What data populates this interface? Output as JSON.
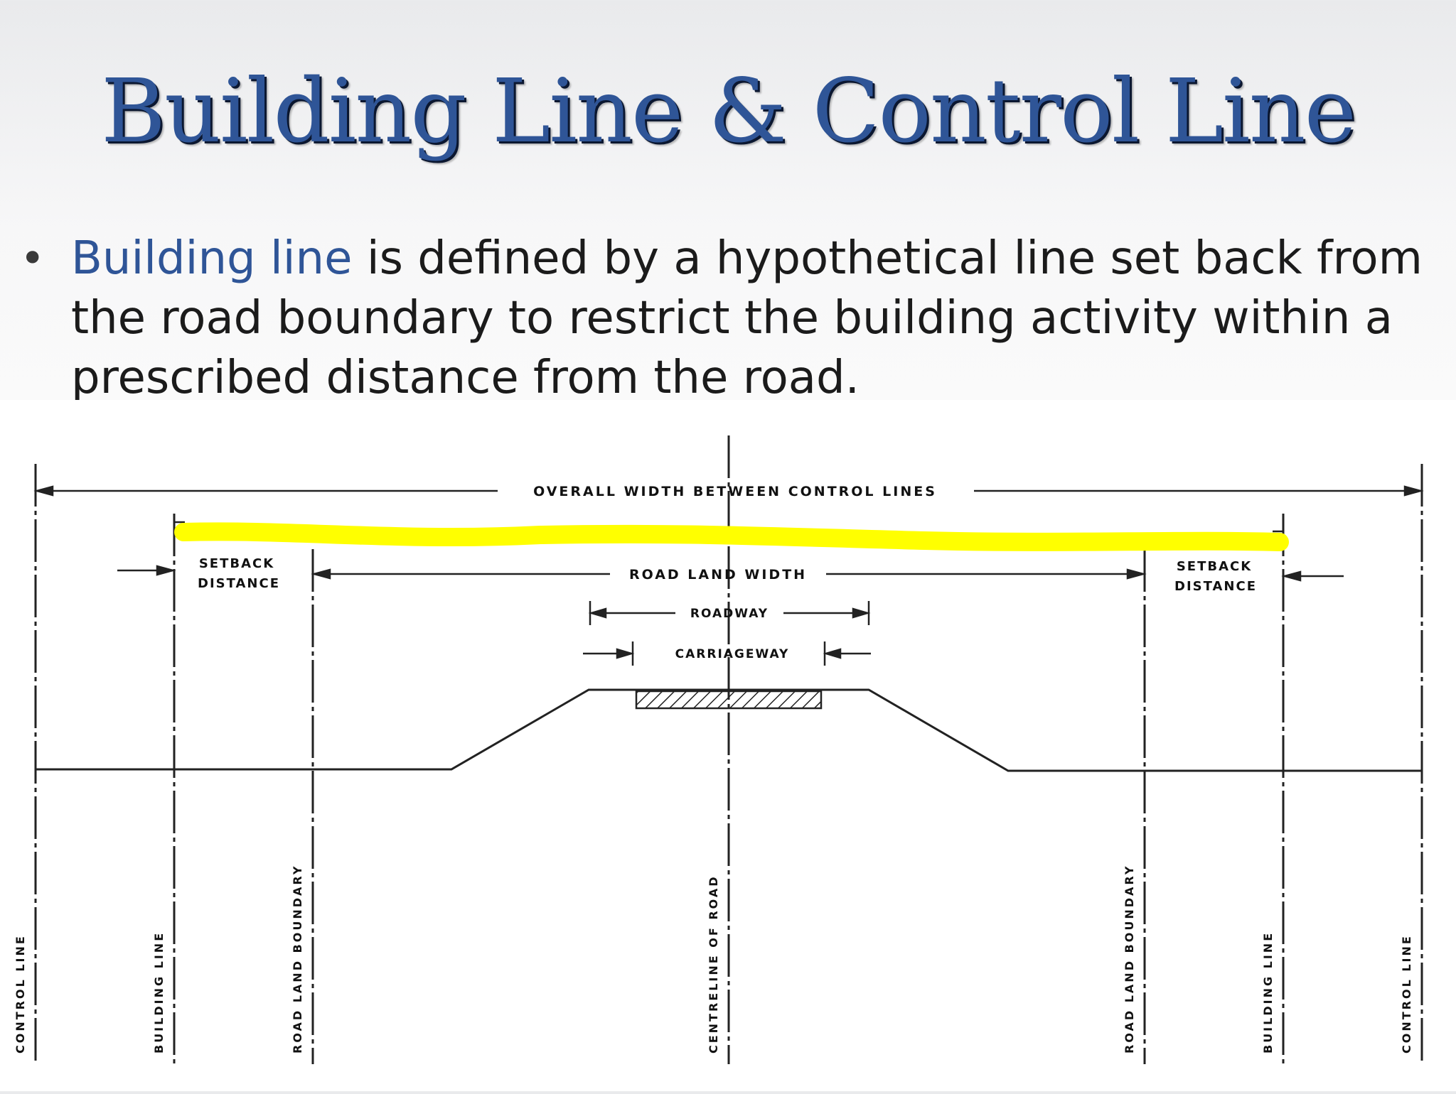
{
  "slide": {
    "title": "Building Line & Control Line",
    "bullet": {
      "term": "Building line",
      "text": " is defined by a hypothetical line set back from the road boundary to restrict the building activity within a prescribed distance from the road."
    }
  },
  "diagram": {
    "dimensions": {
      "overall": "OVERALL WIDTH BETWEEN CONTROL LINES",
      "road_land": "ROAD LAND WIDTH",
      "roadway": "ROADWAY",
      "carriageway": "CARRIAGEWAY",
      "setback_left_1": "SETBACK",
      "setback_left_2": "DISTANCE",
      "setback_right_1": "SETBACK",
      "setback_right_2": "DISTANCE"
    },
    "vertical_labels": {
      "control_line_left": "CONTROL LINE",
      "building_line_left": "BUILDING LINE",
      "road_land_boundary_left": "ROAD LAND BOUNDARY",
      "centreline": "CENTRELINE OF ROAD",
      "road_land_boundary_right": "ROAD LAND BOUNDARY",
      "building_line_right": "BUILDING LINE",
      "control_line_right": "CONTROL LINE"
    },
    "highlight_color": "#ffff00"
  }
}
